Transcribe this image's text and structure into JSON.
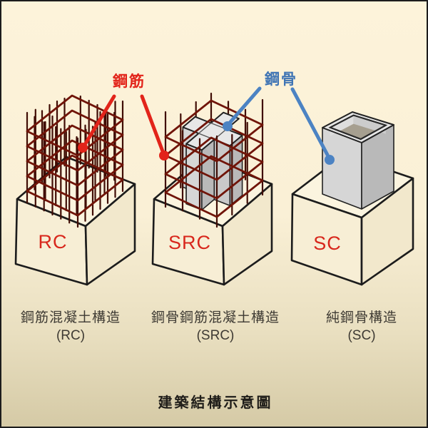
{
  "title": "建築結構示意圖",
  "annotations": {
    "rebar_label": "鋼筋",
    "steel_label": "鋼骨"
  },
  "columns": [
    {
      "id": "rc",
      "letter": "RC",
      "caption": "鋼筋混凝土構造",
      "abbr": "(RC)"
    },
    {
      "id": "src",
      "letter": "SRC",
      "caption": "鋼骨鋼筋混凝土構造",
      "abbr": "(SRC)"
    },
    {
      "id": "sc",
      "letter": "SC",
      "caption": "純鋼骨構造",
      "abbr": "(SC)"
    }
  ],
  "colors": {
    "bg_top": "#fdf3da",
    "bg_bottom": "#d5caa6",
    "outline": "#1c1c1c",
    "concrete_top": "#fbf4df",
    "concrete_left": "#f7eed5",
    "concrete_right": "#f2e8cc",
    "rebar_vertical": "#400d05",
    "rebar_hoop": "#701408",
    "steel_top": "#e7e7e7",
    "steel_light": "#d6d6d6",
    "steel_mid": "#c9c9c9",
    "steel_dark": "#b9b9b9",
    "steel_hole": "#a69f90",
    "red": "#e2241a",
    "blue": "#4c83c3",
    "label_blue": "#3f74b4",
    "letter_red": "#d8271c",
    "caption": "#3e3a33",
    "title": "#1f1d19"
  }
}
